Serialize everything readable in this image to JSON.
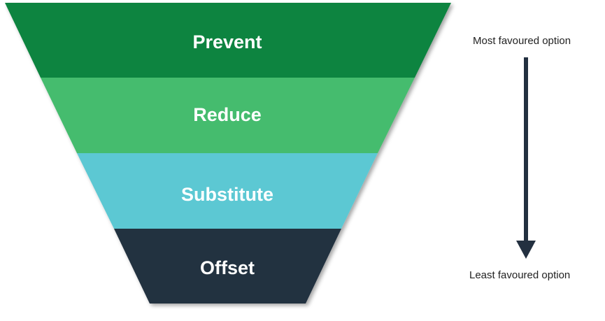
{
  "funnel": {
    "tiers": [
      {
        "label": "Prevent",
        "color": "#10843f"
      },
      {
        "label": "Reduce",
        "color": "#45bc6e"
      },
      {
        "label": "Substitute",
        "color": "#5bc8d3"
      },
      {
        "label": "Offset",
        "color": "#233040"
      }
    ]
  },
  "scale": {
    "top_label": "Most favoured option",
    "bottom_label": "Least favoured option",
    "arrow_color": "#233040"
  }
}
